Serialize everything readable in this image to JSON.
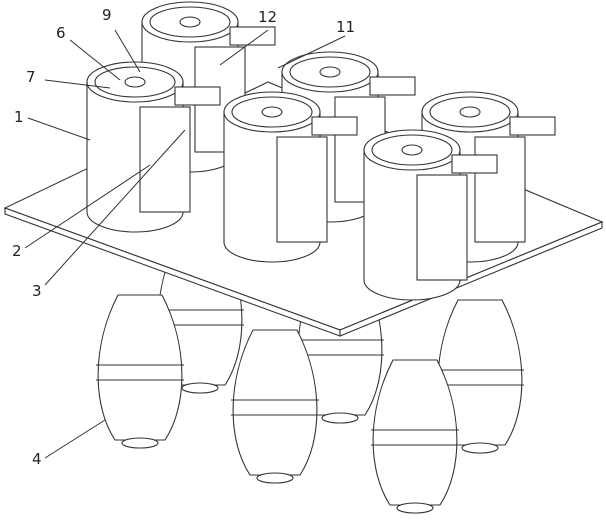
{
  "figure": {
    "labels": [
      {
        "id": "9",
        "text": "9"
      },
      {
        "id": "12",
        "text": "12"
      },
      {
        "id": "11",
        "text": "11"
      },
      {
        "id": "6",
        "text": "6"
      },
      {
        "id": "7",
        "text": "7"
      },
      {
        "id": "1",
        "text": "1"
      },
      {
        "id": "2",
        "text": "2"
      },
      {
        "id": "3",
        "text": "3"
      },
      {
        "id": "4",
        "text": "4"
      }
    ]
  }
}
